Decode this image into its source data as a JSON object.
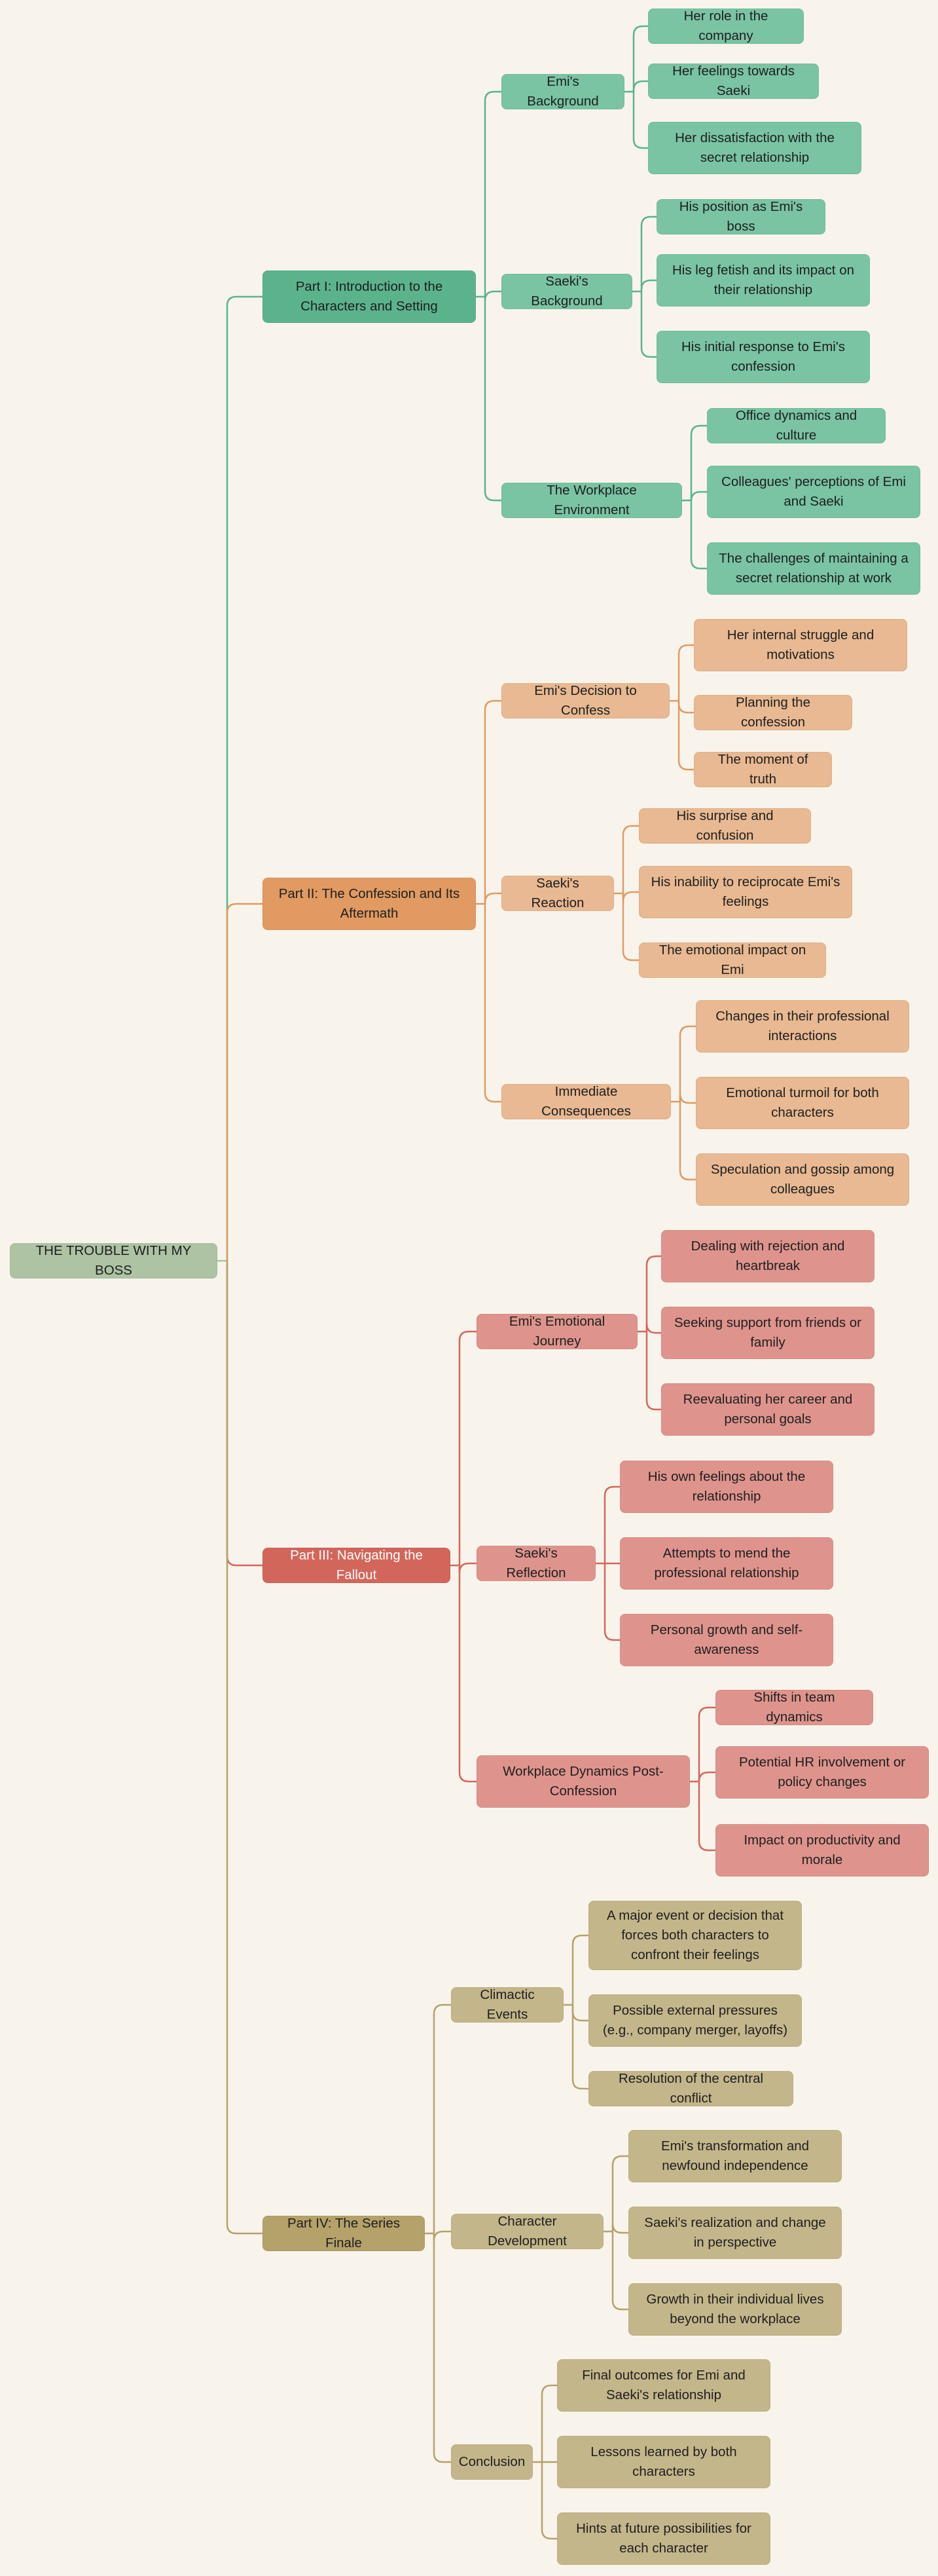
{
  "root": {
    "label": "THE TROUBLE WITH MY BOSS"
  },
  "colors": {
    "root": "#adc3a4",
    "p1": {
      "main": "#5bb38c",
      "sub": "#7ac4a3",
      "line": "#5bb38c",
      "text": "#1e1e1e"
    },
    "p2": {
      "main": "#e09a62",
      "sub": "#e8b992",
      "line": "#e09a62",
      "text": "#1e1e1e"
    },
    "p3": {
      "main": "#d3665b",
      "sub": "#de948d",
      "line": "#d3665b",
      "text": "#ffffff"
    },
    "p4": {
      "main": "#b5a16a",
      "sub": "#c4b68b",
      "line": "#b5a16a",
      "text": "#1e1e1e"
    }
  },
  "parts": [
    {
      "label": "Part I: Introduction to the Characters and Setting",
      "children": [
        {
          "label": "Emi's Background",
          "children": [
            "Her role in the company",
            "Her feelings towards Saeki",
            "Her dissatisfaction with the secret relationship"
          ]
        },
        {
          "label": "Saeki's Background",
          "children": [
            "His position as Emi's boss",
            "His leg fetish and its impact on their relationship",
            "His initial response to Emi's confession"
          ]
        },
        {
          "label": "The Workplace Environment",
          "children": [
            "Office dynamics and culture",
            "Colleagues' perceptions of Emi and Saeki",
            "The challenges of maintaining a secret relationship at work"
          ]
        }
      ]
    },
    {
      "label": "Part II: The Confession and Its Aftermath",
      "children": [
        {
          "label": "Emi's Decision to Confess",
          "children": [
            "Her internal struggle and motivations",
            "Planning the confession",
            "The moment of truth"
          ]
        },
        {
          "label": "Saeki's Reaction",
          "children": [
            "His surprise and confusion",
            "His inability to reciprocate Emi's feelings",
            "The emotional impact on Emi"
          ]
        },
        {
          "label": "Immediate Consequences",
          "children": [
            "Changes in their professional interactions",
            "Emotional turmoil for both characters",
            "Speculation and gossip among colleagues"
          ]
        }
      ]
    },
    {
      "label": "Part III: Navigating the Fallout",
      "children": [
        {
          "label": "Emi's Emotional Journey",
          "children": [
            "Dealing with rejection and heartbreak",
            "Seeking support from friends or family",
            "Reevaluating her career and personal goals"
          ]
        },
        {
          "label": "Saeki's Reflection",
          "children": [
            "His own feelings about the relationship",
            "Attempts to mend the professional relationship",
            "Personal growth and self-awareness"
          ]
        },
        {
          "label": "Workplace Dynamics Post-Confession",
          "children": [
            "Shifts in team dynamics",
            "Potential HR involvement or policy changes",
            "Impact on productivity and morale"
          ]
        }
      ]
    },
    {
      "label": "Part IV: The Series Finale",
      "children": [
        {
          "label": "Climactic Events",
          "children": [
            "A major event or decision that forces both characters to confront their feelings",
            "Possible external pressures (e.g., company merger, layoffs)",
            "Resolution of the central conflict"
          ]
        },
        {
          "label": "Character Development",
          "children": [
            "Emi's transformation and newfound independence",
            "Saeki's realization and change in perspective",
            "Growth in their individual lives beyond the workplace"
          ]
        },
        {
          "label": "Conclusion",
          "children": [
            "Final outcomes for Emi and Saeki's relationship",
            "Lessons learned by both characters",
            "Hints at future possibilities for each character"
          ]
        }
      ]
    }
  ]
}
